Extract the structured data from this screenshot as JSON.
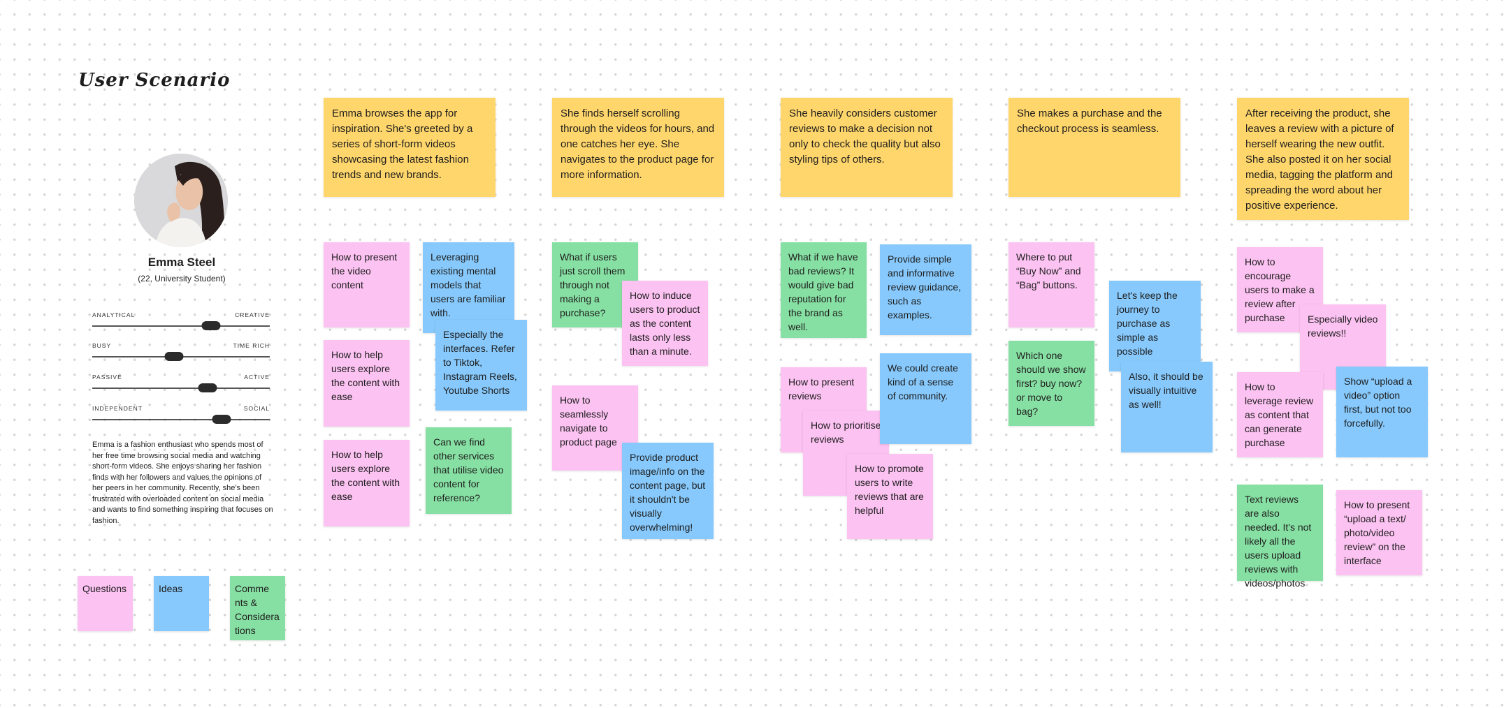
{
  "board_title": "User Scenario",
  "persona": {
    "name": "Emma Steel",
    "subtitle": "(22, University Student)",
    "sliders": [
      {
        "left": "ANALYTICAL",
        "right": "CREATIVE",
        "value": 0.67
      },
      {
        "left": "BUSY",
        "right": "TIME RICH",
        "value": 0.46
      },
      {
        "left": "PASSIVE",
        "right": "ACTIVE",
        "value": 0.65
      },
      {
        "left": "INDEPENDENT",
        "right": "SOCIAL",
        "value": 0.73
      }
    ],
    "bio": "Emma is a fashion enthusiast who spends most of her free time browsing social media and watching short-form videos. She enjoys sharing her fashion finds with her followers and values the opinions of her peers in her community. Recently, she's been frustrated with overloaded content on social media and wants to find something inspiring that focuses on fashion."
  },
  "legend": {
    "questions": "Questions",
    "ideas": "Ideas",
    "comments": "Comme\nnts &\nConsidera\ntions"
  },
  "scenarios": [
    "Emma browses the app for inspiration. She's greeted by a series of short-form videos showcasing the latest fashion trends and new brands.",
    "She finds herself scrolling through the videos for hours, and one catches her eye. She navigates to the product page for more information.",
    "She heavily considers customer reviews to make a decision not only to check the quality but also styling tips of others.",
    "She makes a purchase and the checkout process is seamless.",
    "After receiving the product, she leaves a review with a picture of herself wearing the new outfit. She also posted it on her social media, tagging the platform and spreading the word about her positive experience."
  ],
  "notes": {
    "c1_q1": "How to present the video content",
    "c1_i1": "Leveraging existing mental models that users are familiar with.",
    "c1_i2": "Especially the interfaces. Refer to Tiktok, Instagram Reels, Youtube Shorts",
    "c1_q2": "How to help users explore the content with ease",
    "c1_q3": "How to help users explore the content with ease",
    "c1_c1": "Can we find other services that utilise video content for reference?",
    "c2_c1": "What if users just scroll them through not making a purchase?",
    "c2_q1": "How to induce users to product as the content lasts only less than a minute.",
    "c2_q2": "How to seamlessly navigate to product page",
    "c2_i1": "Provide product image/info on the content page, but it shouldn't be visually overwhelming!",
    "c3_c1": "What if we have bad reviews? It would give bad reputation for the brand as well.",
    "c3_i1": "Provide simple and informative review guidance, such as examples.",
    "c3_q1": "How to present reviews",
    "c3_i2": "We could create kind of a sense of community.",
    "c3_q2": "How to prioritise reviews",
    "c3_q3": "How to promote users to write reviews that are helpful",
    "c4_q1": "Where to put “Buy Now” and “Bag” buttons.",
    "c4_i1": "Let's keep the journey to purchase as simple as possible",
    "c4_c1": "Which one should we show first? buy now? or move to bag?",
    "c4_i2": "Also, it should be visually intuitive as well!",
    "c5_q1": "How to encourage users to make a review after purchase",
    "c5_q2": "Especially video reviews!!",
    "c5_q3": "How to leverage review as content that can generate purchase",
    "c5_i1": "Show “upload a video” option first, but not too forcefully.",
    "c5_c1": "Text reviews are also needed. It's not likely all the users upload reviews with videos/photos",
    "c5_q4": "How to present “upload a text/ photo/video review” on the interface"
  },
  "colors": {
    "scenario": "#ffd66b",
    "question": "#fcc2f2",
    "idea": "#87c9fc",
    "comment": "#87e0a3"
  }
}
